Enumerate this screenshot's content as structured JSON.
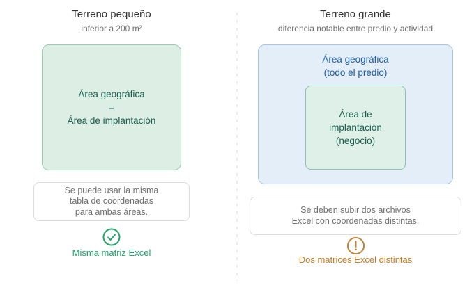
{
  "left": {
    "title": "Terreno pequeño",
    "subtitle": "inferior a 200 m²",
    "area_box": {
      "line1": "Área geográfica",
      "line2": "=",
      "line3": "Área de implantación"
    },
    "note": {
      "line1": "Se puede usar la misma",
      "line2": "tabla de coordenadas",
      "line3": "para ambas áreas."
    },
    "status": {
      "icon": "check-circle-icon",
      "label": "Misma matriz Excel",
      "color": "#1ca36b"
    }
  },
  "right": {
    "title": "Terreno grande",
    "subtitle": "diferencia notable entre predio y actividad",
    "outer_box": {
      "line1": "Área geográfica",
      "line2": "(todo el predio)"
    },
    "inner_box": {
      "line1": "Área de",
      "line2": "implantación",
      "line3": "(negocio)"
    },
    "note": {
      "line1": "Se deben subir dos archivos",
      "line2": "Excel con coordenadas distintas."
    },
    "status": {
      "icon": "alert-circle-icon",
      "label": "Dos matrices Excel distintas",
      "color": "#c4791f"
    }
  },
  "colors": {
    "green_box_fill": "#ddeee5",
    "green_box_border": "#9cc8b6",
    "green_text": "#1a5f4e",
    "blue_box_fill": "#e4eef9",
    "blue_box_border": "#a8c5e2",
    "blue_text": "#1e5ca6",
    "note_text": "#6e6e6e",
    "check_green": "#27a567",
    "alert_orange": "#c08035"
  }
}
